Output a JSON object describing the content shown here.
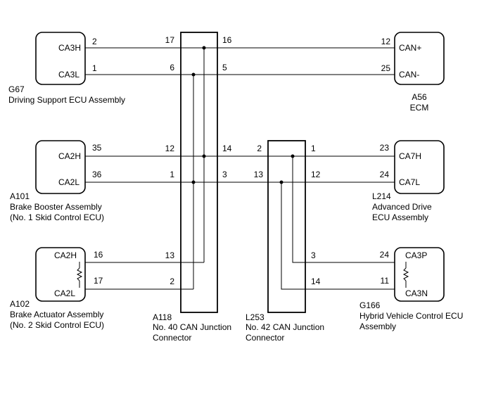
{
  "g67": {
    "id": "G67",
    "name": "Driving Support ECU Assembly",
    "pin_high": "CA3H",
    "pin_low": "CA3L",
    "num_high": "2",
    "num_low": "1"
  },
  "a56": {
    "id": "A56",
    "name": "ECM",
    "pin_high": "CAN+",
    "pin_low": "CAN-",
    "num_high": "12",
    "num_low": "25"
  },
  "a101": {
    "id": "A101",
    "name_line1": "Brake Booster Assembly",
    "name_line2": "(No. 1 Skid Control ECU)",
    "pin_high": "CA2H",
    "pin_low": "CA2L",
    "num_high": "35",
    "num_low": "36"
  },
  "l214": {
    "id": "L214",
    "name_line1": "Advanced Drive",
    "name_line2": "ECU Assembly",
    "pin_high": "CA7H",
    "pin_low": "CA7L",
    "num_high": "23",
    "num_low": "24"
  },
  "a102": {
    "id": "A102",
    "name_line1": "Brake Actuator Assembly",
    "name_line2": "(No. 2 Skid Control ECU)",
    "pin_high": "CA2H",
    "pin_low": "CA2L",
    "num_high": "16",
    "num_low": "17"
  },
  "g166": {
    "id": "G166",
    "name_line1": "Hybrid Vehicle Control ECU",
    "name_line2": "Assembly",
    "pin_high": "CA3P",
    "pin_low": "CA3N",
    "num_high": "24",
    "num_low": "11"
  },
  "a118": {
    "id": "A118",
    "name_line1": "No. 40 CAN Junction",
    "name_line2": "Connector",
    "left_pins": [
      "17",
      "6",
      "12",
      "1",
      "13",
      "2"
    ],
    "right_pins": [
      "16",
      "5",
      "14",
      "3"
    ]
  },
  "l253": {
    "id": "L253",
    "name_line1": "No. 42 CAN Junction",
    "name_line2": "Connector",
    "left_pins": [
      "2",
      "13"
    ],
    "right_pins": [
      "1",
      "12",
      "3",
      "14"
    ]
  }
}
